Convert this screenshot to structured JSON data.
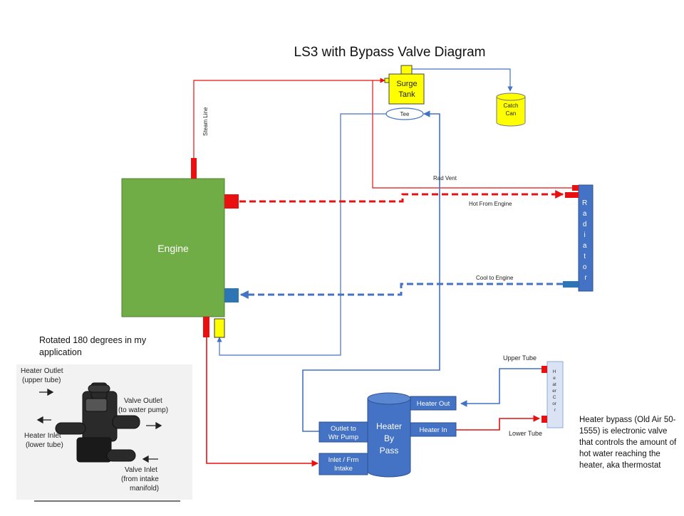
{
  "title": "LS3 with Bypass Valve Diagram",
  "components": {
    "engine": "Engine",
    "surge_tank": [
      "Surge",
      "Tank"
    ],
    "catch_can": [
      "Catch",
      "Can"
    ],
    "tee": "Tee",
    "radiator": "Radiator",
    "heater_core": "HeaterCor",
    "heater_bypass": [
      "Heater",
      "By",
      "Pass"
    ]
  },
  "ports": {
    "heater_out": "Heater Out",
    "heater_in": "Heater In",
    "outlet_to_pump": [
      "Outlet to",
      "Wtr Pump"
    ],
    "inlet_from_intake": [
      "Inlet / Frm",
      "Intake"
    ]
  },
  "line_labels": {
    "steam_line": "Steam Line",
    "rad_vent": "Rad Vent",
    "hot_from_engine": "Hot From Engine",
    "cool_to_engine": "Cool to Engine",
    "upper_tube": "Upper Tube",
    "lower_tube": "Lower Tube"
  },
  "notes": {
    "rotated": "Rotated 180 degrees in my application",
    "bypass": "Heater bypass (Old Air 50-1555) is electronic valve that controls the amount of hot water reaching the heater, aka thermostat"
  },
  "photo_labels": {
    "heater_outlet": [
      "Heater Outlet",
      "(upper tube)"
    ],
    "valve_outlet": [
      "Valve Outlet",
      "(to water pump)"
    ],
    "heater_inlet": [
      "Heater Inlet",
      "(lower tube)"
    ],
    "valve_inlet": [
      "Valve Inlet",
      "(from intake",
      "manifold)"
    ]
  },
  "colors": {
    "engine": "#70ad47",
    "hot": "#e81010",
    "cool": "#4472c4",
    "yellow": "#ffff00",
    "tank_blue": "#4472c4",
    "radiator": "#4472c4"
  }
}
